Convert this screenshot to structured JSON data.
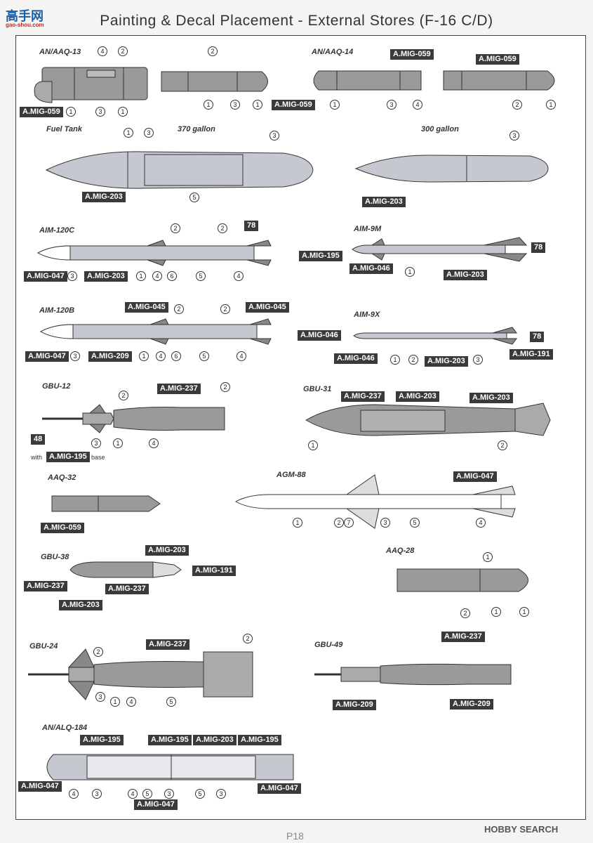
{
  "header": {
    "title": "Painting & Decal Placement - External Stores (F-16 C/D)",
    "logo_mark": "高手网",
    "logo_url": "gao-shou.com"
  },
  "footer": {
    "page": "P18",
    "watermark": "HOBBY SEARCH"
  },
  "sections": {
    "aaq13": "AN/AAQ-13",
    "aaq14": "AN/AAQ-14",
    "fuel": "Fuel Tank",
    "g370": "370 gallon",
    "g300": "300 gallon",
    "aim120c": "AIM-120C",
    "aim9m": "AIM-9M",
    "aim120b": "AIM-120B",
    "aim9x": "AIM-9X",
    "gbu12": "GBU-12",
    "gbu31": "GBU-31",
    "aaq32": "AAQ-32",
    "agm88": "AGM-88",
    "gbu38": "GBU-38",
    "aaq28": "AAQ-28",
    "gbu24": "GBU-24",
    "gbu49": "GBU-49",
    "alq184": "AN/ALQ-184"
  },
  "refs": {
    "m045": "A.MIG-045",
    "m046": "A.MIG-046",
    "m047": "A.MIG-047",
    "m059": "A.MIG-059",
    "m191": "A.MIG-191",
    "m195": "A.MIG-195",
    "m203": "A.MIG-203",
    "m209": "A.MIG-209",
    "m237": "A.MIG-237",
    "n78": "78",
    "n48": "48"
  },
  "notes": {
    "with": "with",
    "base": "base"
  },
  "markers": {
    "m1": "1",
    "m2": "2",
    "m3": "3",
    "m4": "4",
    "m5": "5",
    "m6": "6",
    "m7": "7"
  }
}
